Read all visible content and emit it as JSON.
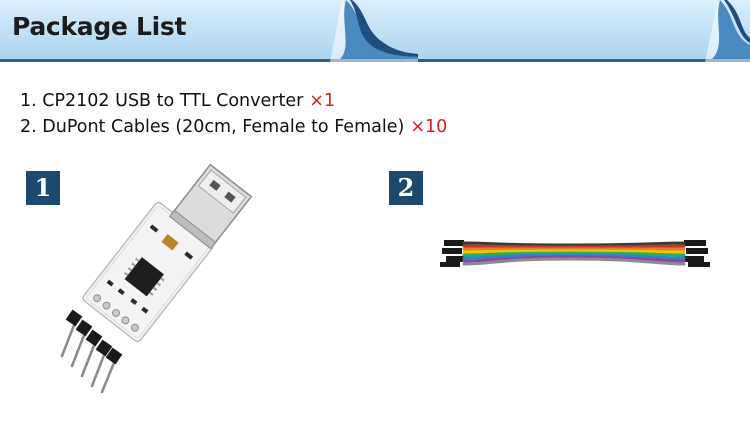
{
  "header": {
    "title": "Package List"
  },
  "items": [
    {
      "text": "1. CP2102 USB to TTL Converter",
      "qty": "×1"
    },
    {
      "text": "2. DuPont Cables (20cm, Female to Female)",
      "qty": "×10"
    }
  ],
  "badges": [
    "1",
    "2"
  ],
  "colors": {
    "header_bg": "#bfe0f5",
    "badge_bg": "#1c4a6e",
    "qty_red": "#e0201c"
  }
}
